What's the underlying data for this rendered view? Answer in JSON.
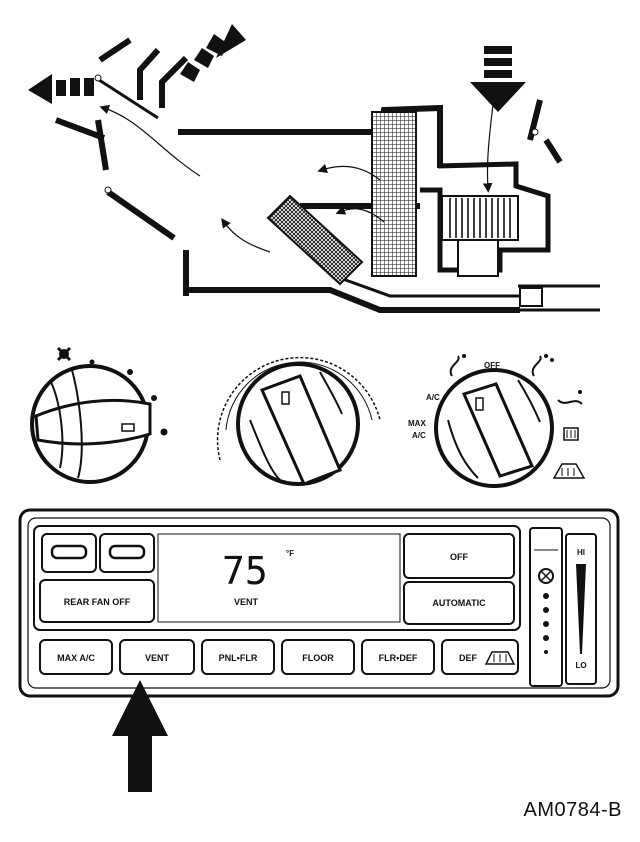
{
  "knobs": {
    "mode_labels": {
      "ac": "A/C",
      "max_ac": "MAX\nA/C",
      "off": "OFF"
    }
  },
  "panel": {
    "display": {
      "temperature": "75",
      "unit": "°F",
      "mode": "VENT"
    },
    "buttons": {
      "rear_fan_off": "REAR FAN OFF",
      "off": "OFF",
      "automatic": "AUTOMATIC",
      "max_ac": "MAX A/C",
      "vent": "VENT",
      "pnl_flr": "PNL•FLR",
      "floor": "FLOOR",
      "flr_def": "FLR•DEF",
      "def": "DEF"
    },
    "fan_slider": {
      "hi_label": "HI",
      "lo_label": "LO"
    }
  },
  "caption": "AM0784-B"
}
